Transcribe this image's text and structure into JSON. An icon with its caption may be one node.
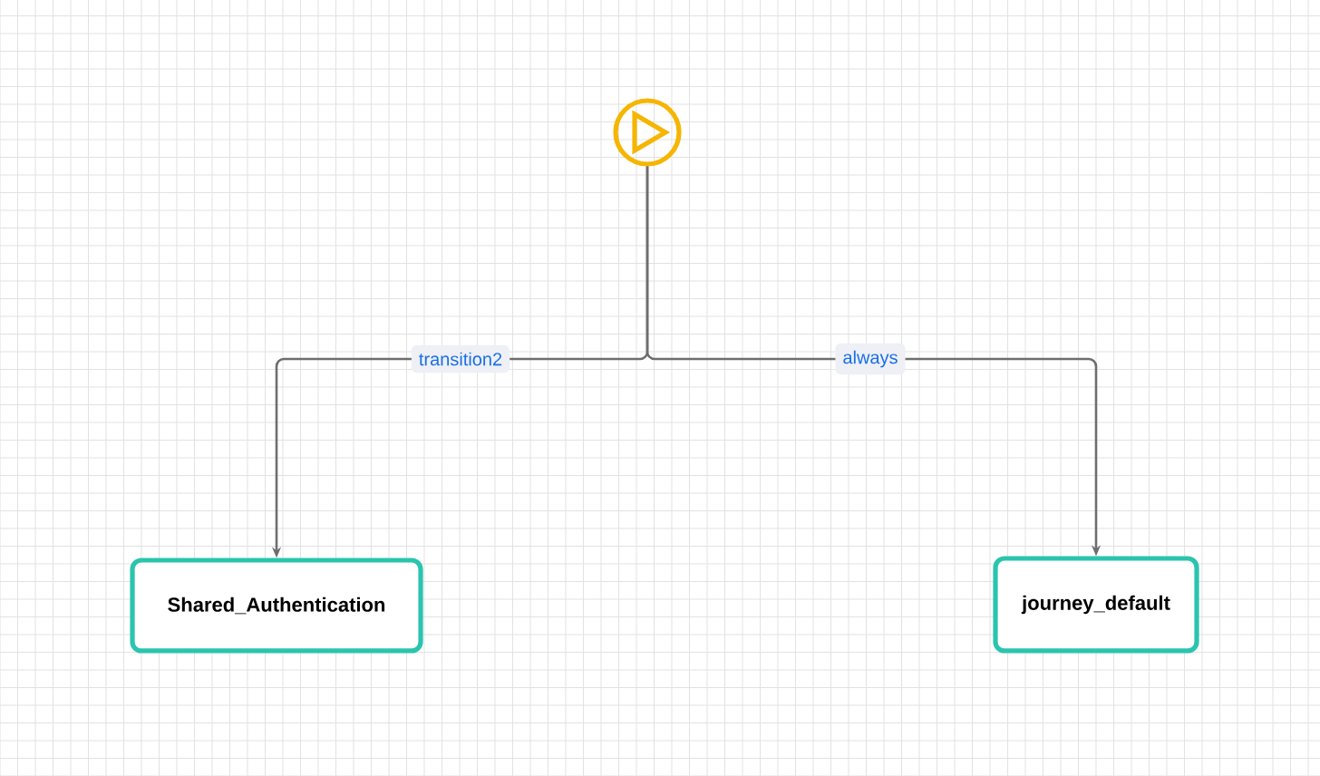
{
  "diagram": {
    "nodes": [
      {
        "text": [],
        "shape": "circle"
      },
      {
        "text": [
          "Shared_Authentication"
        ]
      },
      {
        "text": [
          "journey_default"
        ]
      }
    ],
    "edges": [
      {
        "from": 0,
        "to": 1,
        "arrow": "to",
        "label": "transition2"
      },
      {
        "from": 0,
        "to": 2,
        "arrow": "to",
        "label": "always"
      }
    ]
  }
}
